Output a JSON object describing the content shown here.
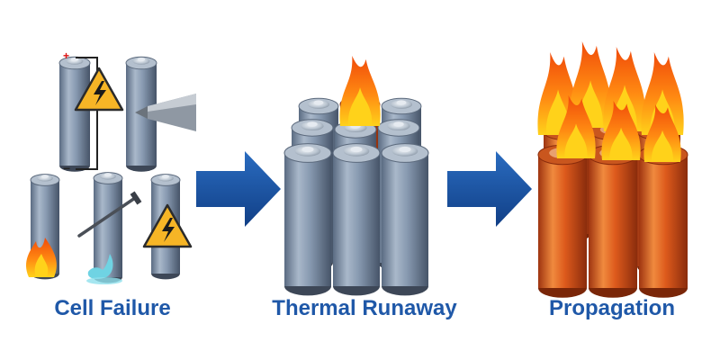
{
  "stages": [
    {
      "label": "Cell Failure"
    },
    {
      "label": "Thermal Runaway"
    },
    {
      "label": "Propagation"
    }
  ],
  "terminals": {
    "positive": "+",
    "negative": "−"
  },
  "colors": {
    "caption": "#1f58a8",
    "arrow": "#1b56a8",
    "cell_steel": "#8a9bb0",
    "cell_hot": "#dd5a1c",
    "flame_outer": "#f26a10",
    "flame_inner": "#ffd21a",
    "warning_fill": "#f6b526",
    "leak": "#6fd3e3"
  },
  "icons": [
    "warning-icon",
    "flame-icon",
    "nail-icon",
    "puncture-tool-icon",
    "arrow-right-icon",
    "battery-icon"
  ]
}
